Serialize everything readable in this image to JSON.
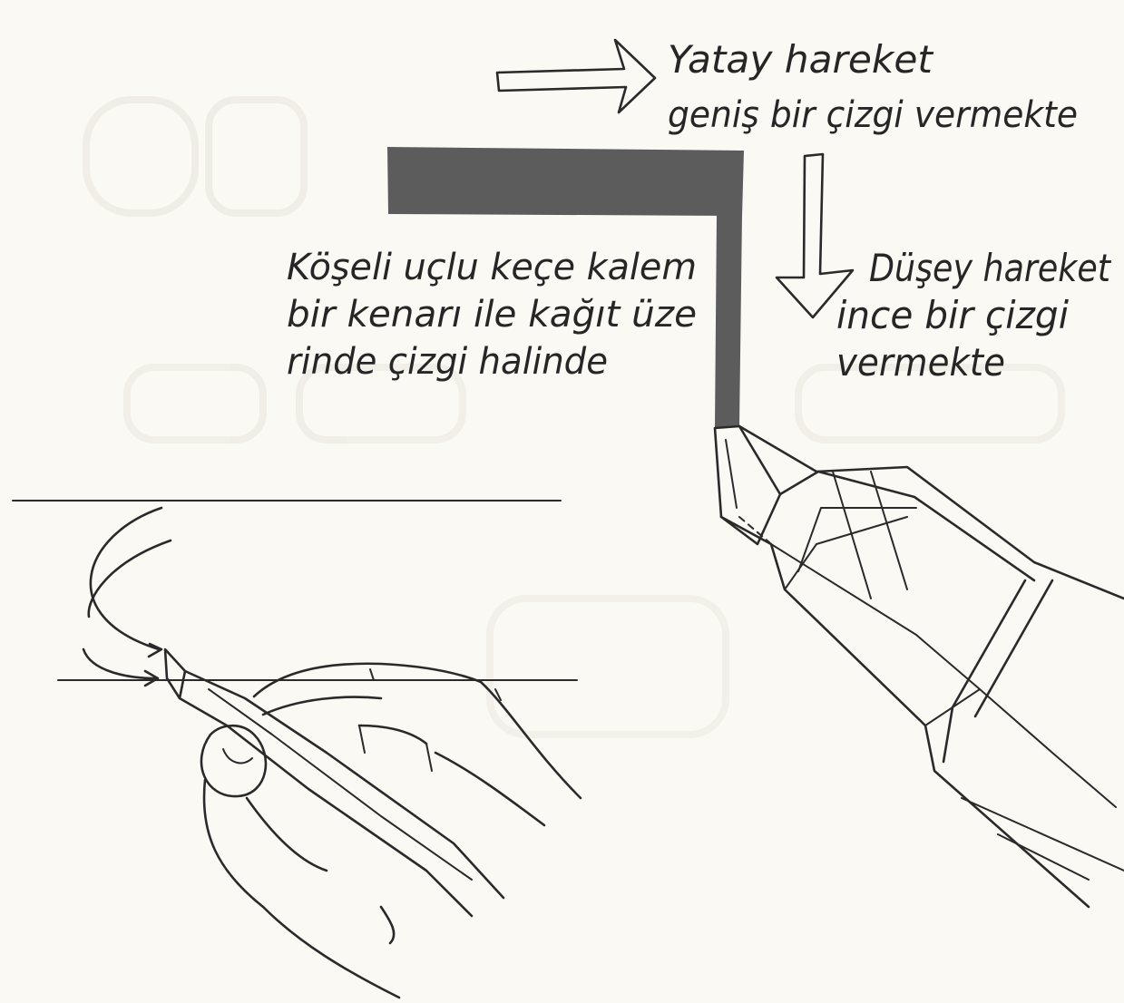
{
  "diagram": {
    "labels": {
      "horizontal_line1": "Yatay hareket",
      "horizontal_line2": "geniş bir çizgi vermekte",
      "vertical_line1": "Düşey hareket",
      "vertical_line2": "ince bir çizgi",
      "vertical_line3": "vermekte",
      "pen_line1": "Köşeli uçlu keçe kalem",
      "pen_line2": "bir kenarı ile kağıt üze",
      "pen_line3": "rinde çizgi halinde"
    },
    "stroke_color": "#5c5c5c",
    "ink_color": "#2a2a2a",
    "paper_color": "#fbf9f4",
    "icons": [
      "right-arrow-icon",
      "down-arrow-icon",
      "curved-arrow-icon",
      "marker-pen-icon",
      "hand-icon"
    ]
  }
}
